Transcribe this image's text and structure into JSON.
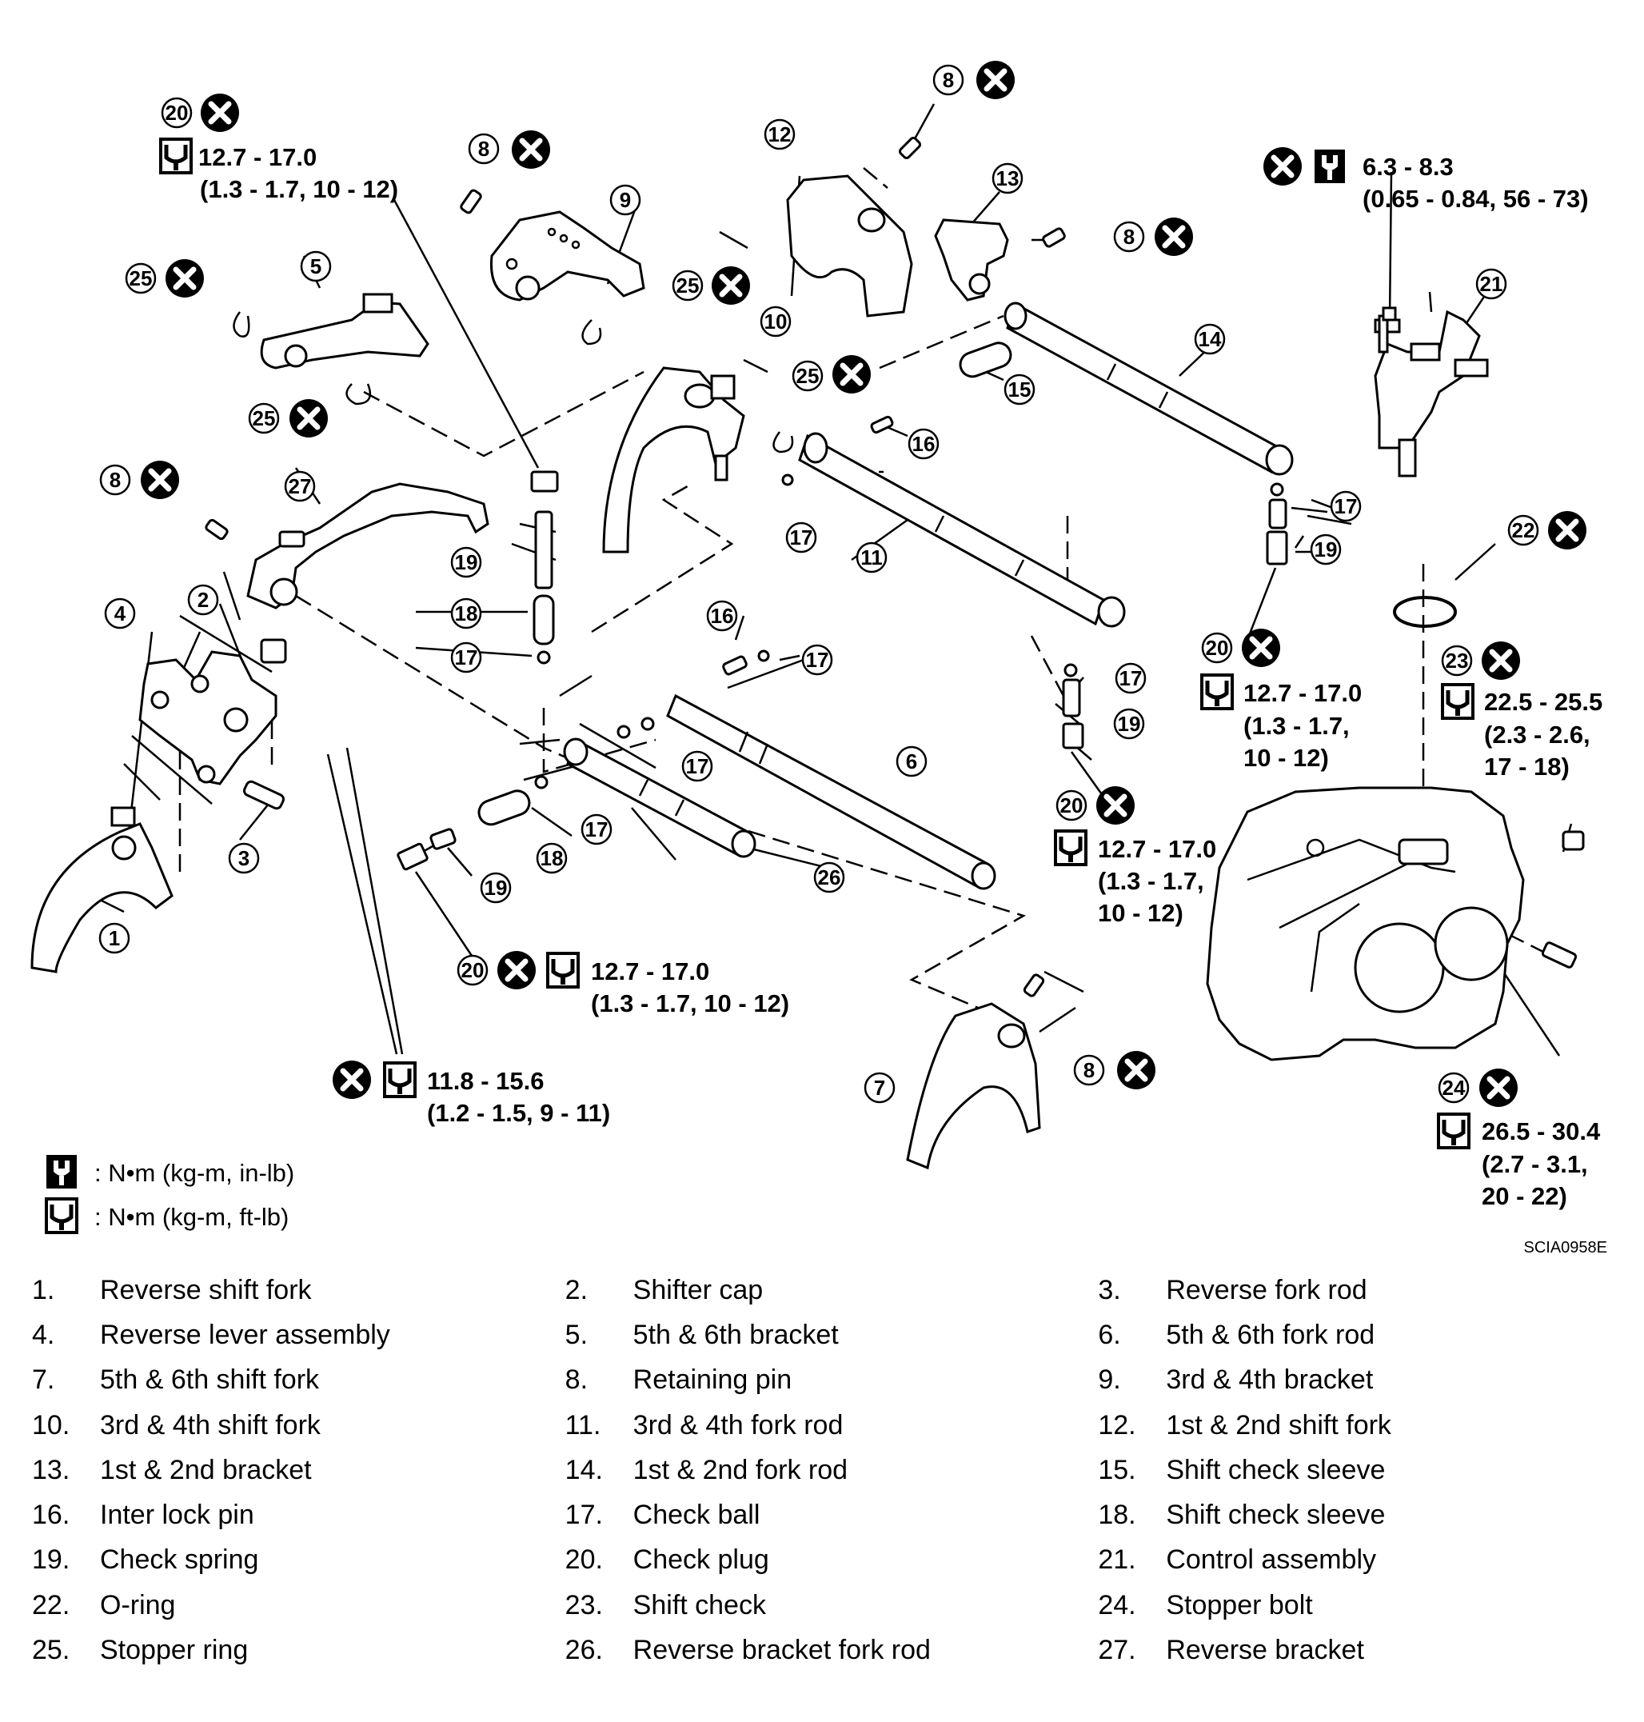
{
  "figure_code": "SCIA0958E",
  "callout_numbers": [
    "1",
    "2",
    "3",
    "4",
    "5",
    "6",
    "7",
    "8",
    "9",
    "10",
    "11",
    "12",
    "13",
    "14",
    "15",
    "16",
    "17",
    "18",
    "19",
    "20",
    "21",
    "22",
    "23",
    "24",
    "25",
    "26",
    "27"
  ],
  "icons": {
    "do_not_reuse": "x-circle-icon",
    "torque_in_lb": "torque-wrench-in-lb-icon",
    "torque_ft_lb": "torque-wrench-ft-lb-icon"
  },
  "torque": {
    "t20_top": {
      "value": "12.7 - 17.0",
      "detail": "(1.3 - 1.7, 10 - 12)"
    },
    "t21": {
      "value": "6.3 - 8.3",
      "detail": "(0.65 - 0.84, 56 - 73)"
    },
    "t20_right": {
      "value": "12.7 - 17.0",
      "line2": "(1.3 - 1.7,",
      "line3": "10 - 12)"
    },
    "t23": {
      "value": "22.5 - 25.5",
      "line2": "(2.3 - 2.6,",
      "line3": "17 - 18)"
    },
    "t20_mid": {
      "value": "12.7 - 17.0",
      "line2": "(1.3 - 1.7,",
      "line3": "10 - 12)"
    },
    "t20_bottom": {
      "value": "12.7 - 17.0",
      "detail": "(1.3 - 1.7, 10 - 12)"
    },
    "t_bolts": {
      "value": "11.8 - 15.6",
      "detail": "(1.2 - 1.5, 9 - 11)"
    },
    "t24": {
      "value": "26.5 - 30.4",
      "line2": "(2.7 - 3.1,",
      "line3": "20 - 22)"
    }
  },
  "legend": {
    "in_lb": ": N•m  (kg-m,  in-lb)",
    "ft_lb": ": N•m  (kg-m,  ft-lb)"
  },
  "parts_list": [
    {
      "num": "1.",
      "name": "Reverse shift fork"
    },
    {
      "num": "2.",
      "name": "Shifter cap"
    },
    {
      "num": "3.",
      "name": "Reverse fork rod"
    },
    {
      "num": "4.",
      "name": "Reverse lever assembly"
    },
    {
      "num": "5.",
      "name": "5th & 6th bracket"
    },
    {
      "num": "6.",
      "name": "5th & 6th fork rod"
    },
    {
      "num": "7.",
      "name": "5th & 6th shift fork"
    },
    {
      "num": "8.",
      "name": "Retaining pin"
    },
    {
      "num": "9.",
      "name": "3rd & 4th bracket"
    },
    {
      "num": "10.",
      "name": "3rd & 4th shift fork"
    },
    {
      "num": "11.",
      "name": "3rd & 4th fork rod"
    },
    {
      "num": "12.",
      "name": "1st & 2nd shift fork"
    },
    {
      "num": "13.",
      "name": "1st & 2nd bracket"
    },
    {
      "num": "14.",
      "name": "1st & 2nd fork rod"
    },
    {
      "num": "15.",
      "name": "Shift check sleeve"
    },
    {
      "num": "16.",
      "name": "Inter lock pin"
    },
    {
      "num": "17.",
      "name": "Check ball"
    },
    {
      "num": "18.",
      "name": "Shift check sleeve"
    },
    {
      "num": "19.",
      "name": "Check spring"
    },
    {
      "num": "20.",
      "name": "Check plug"
    },
    {
      "num": "21.",
      "name": "Control assembly"
    },
    {
      "num": "22.",
      "name": "O-ring"
    },
    {
      "num": "23.",
      "name": "Shift check"
    },
    {
      "num": "24.",
      "name": "Stopper bolt"
    },
    {
      "num": "25.",
      "name": "Stopper ring"
    },
    {
      "num": "26.",
      "name": "Reverse bracket fork rod"
    },
    {
      "num": "27.",
      "name": "Reverse bracket"
    }
  ]
}
